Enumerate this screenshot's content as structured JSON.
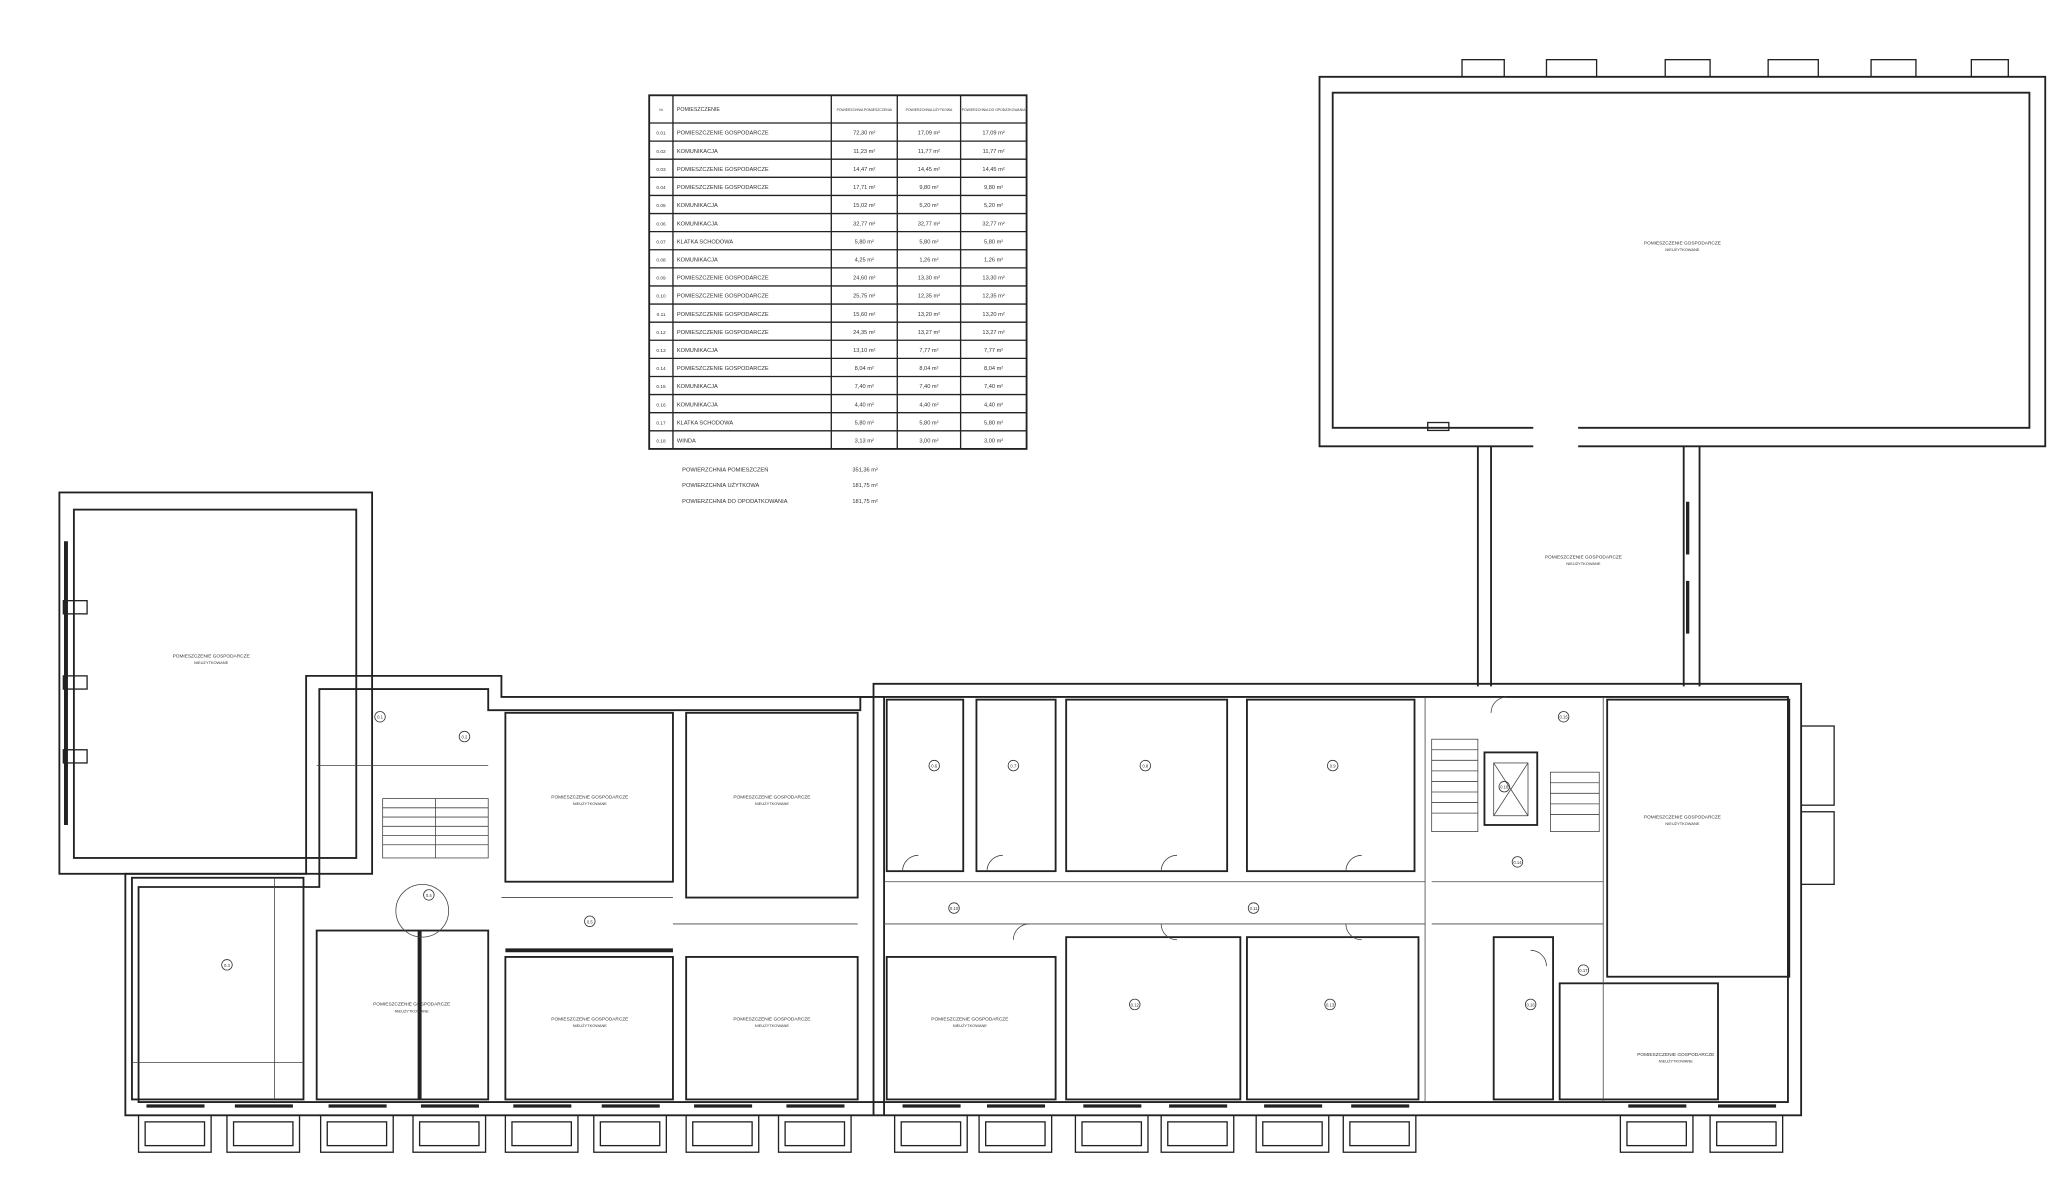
{
  "table": {
    "headers": [
      "Nr",
      "POMIESZCZENIE",
      "POWIERZCHNIA POMIESZCZENIA",
      "POWIERZCHNIA UŻYTKOWA",
      "POWIERZCHNIA DO OPODATKOWANIA"
    ],
    "rows": [
      [
        "0.01",
        "POMIESZCZENIE GOSPODARCZE",
        "72,30 m²",
        "17,09 m²",
        "17,09 m²"
      ],
      [
        "0.02",
        "KOMUNIKACJA",
        "11,23 m²",
        "11,77 m²",
        "11,77 m²"
      ],
      [
        "0.03",
        "POMIESZCZENIE GOSPODARCZE",
        "14,47 m²",
        "14,45 m²",
        "14,45 m²"
      ],
      [
        "0.04",
        "POMIESZCZENIE GOSPODARCZE",
        "17,71 m²",
        "9,80 m²",
        "9,80 m²"
      ],
      [
        "0.05",
        "KOMUNIKACJA",
        "15,02 m²",
        "5,20 m²",
        "5,20 m²"
      ],
      [
        "0.06",
        "KOMUNIKACJA",
        "32,77 m²",
        "32,77 m²",
        "32,77 m²"
      ],
      [
        "0.07",
        "KLATKA SCHODOWA",
        "5,80 m²",
        "5,80 m²",
        "5,80 m²"
      ],
      [
        "0.08",
        "KOMUNIKACJA",
        "4,25 m²",
        "1,26 m²",
        "1,26 m²"
      ],
      [
        "0.09",
        "POMIESZCZENIE GOSPODARCZE",
        "24,60 m²",
        "13,30 m²",
        "13,30 m²"
      ],
      [
        "0.10",
        "POMIESZCZENIE GOSPODARCZE",
        "25,75 m²",
        "12,35 m²",
        "12,35 m²"
      ],
      [
        "0.11",
        "POMIESZCZENIE GOSPODARCZE",
        "15,60 m²",
        "13,20 m²",
        "13,20 m²"
      ],
      [
        "0.12",
        "POMIESZCZENIE GOSPODARCZE",
        "24,35 m²",
        "13,27 m²",
        "13,27 m²"
      ],
      [
        "0.13",
        "KOMUNIKACJA",
        "13,10 m²",
        "7,77 m²",
        "7,77 m²"
      ],
      [
        "0.14",
        "POMIESZCZENIE GOSPODARCZE",
        "8,04 m²",
        "8,04 m²",
        "8,04 m²"
      ],
      [
        "0.15",
        "KOMUNIKACJA",
        "7,40 m²",
        "7,40 m²",
        "7,40 m²"
      ],
      [
        "0.16",
        "KOMUNIKACJA",
        "4,40 m²",
        "4,40 m²",
        "4,40 m²"
      ],
      [
        "0.17",
        "KLATKA SCHODOWA",
        "5,80 m²",
        "5,80 m²",
        "5,80 m²"
      ],
      [
        "0.18",
        "WINDA",
        "3,13 m²",
        "3,00 m²",
        "3,00 m²"
      ]
    ]
  },
  "summary": [
    {
      "label": "POWIERZCHNIA POMIESZCZEŃ",
      "value": "351,36 m²"
    },
    {
      "label": "POWIERZCHNIA UŻYTKOWA",
      "value": "181,75 m²"
    },
    {
      "label": "POWIERZCHNIA DO OPODATKOWANIA",
      "value": "181,75 m²"
    }
  ],
  "rooms": [
    {
      "name": "POMIESZCZENIE GOSPODARCZE",
      "sub": "NIEUŻYTKOWANE"
    },
    {
      "name": "POMIESZCZENIE GOSPODARCZE",
      "sub": "NIEUŻYTKOWANE"
    },
    {
      "name": "POMIESZCZENIE GOSPODARCZE",
      "sub": "NIEUŻYTKOWANE"
    },
    {
      "name": "POMIESZCZENIE GOSPODARCZE",
      "sub": "NIEUŻYTKOWANE"
    },
    {
      "name": "POMIESZCZENIE GOSPODARCZE",
      "sub": "NIEUŻYTKOWANE"
    },
    {
      "name": "POMIESZCZENIE GOSPODARCZE",
      "sub": "NIEUŻYTKOWANE"
    },
    {
      "name": "POMIESZCZENIE GOSPODARCZE",
      "sub": "NIEUŻYTKOWANE"
    },
    {
      "name": "POMIESZCZENIE GOSPODARCZE",
      "sub": "NIEUŻYTKOWANE"
    },
    {
      "name": "POMIESZCZENIE GOSPODARCZE",
      "sub": "NIEUŻYTKOWANE"
    },
    {
      "name": "POMIESZCZENIE GOSPODARCZE",
      "sub": "NIEUŻYTKOWANE"
    },
    {
      "name": "POMIESZCZENIE GOSPODARCZE",
      "sub": "NIEUŻYTKOWANE"
    }
  ],
  "room_tags": [
    "0.1",
    "0.2",
    "0.3",
    "0.4",
    "0.5",
    "0.6",
    "0.7",
    "0.8",
    "0.9",
    "0.10",
    "0.11",
    "0.12",
    "0.13",
    "0.14",
    "0.15",
    "0.16",
    "0.17",
    "0.18"
  ]
}
